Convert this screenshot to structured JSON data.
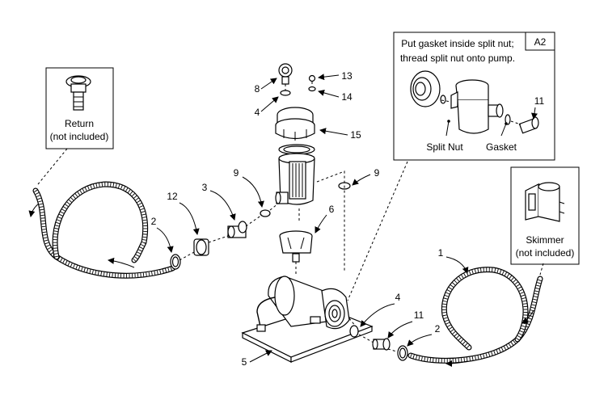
{
  "callouts": {
    "return": {
      "line1": "Return",
      "line2": "(not included)"
    },
    "skimmer": {
      "line1": "Skimmer",
      "line2": "(not included)"
    },
    "a2": {
      "tag": "A2",
      "line1": "Put gasket inside split nut;",
      "line2": "thread split nut onto pump.",
      "split_nut": "Split Nut",
      "gasket": "Gasket",
      "part_11": "11"
    }
  },
  "part_numbers": {
    "p1": "1",
    "p2a": "2",
    "p2b": "2",
    "p3": "3",
    "p4a": "4",
    "p4b": "4",
    "p5": "5",
    "p6": "6",
    "p8": "8",
    "p9a": "9",
    "p9b": "9",
    "p11": "11",
    "p12": "12",
    "p13": "13",
    "p14": "14",
    "p15": "15"
  }
}
